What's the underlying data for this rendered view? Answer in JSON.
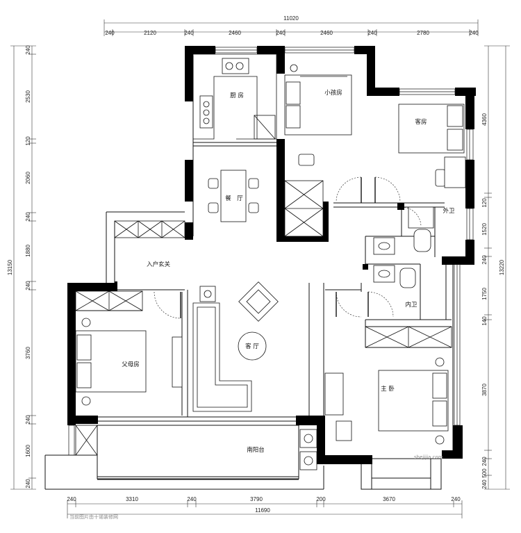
{
  "dimensions": {
    "top_total": "11020",
    "top_segments": [
      "240",
      "2120",
      "240",
      "2460",
      "240",
      "2460",
      "240",
      "2780",
      "240"
    ],
    "bottom_total": "11690",
    "bottom_segments": [
      "240",
      "3310",
      "240",
      "3790",
      "200",
      "3670",
      "240"
    ],
    "left_total": "13150",
    "left_segments": [
      "240",
      "2530",
      "120",
      "2060",
      "240",
      "1880",
      "240",
      "3760",
      "240",
      "1600",
      "240"
    ],
    "right_total": "13220",
    "right_segments": [
      "4360",
      "120",
      "1520",
      "240",
      "1750",
      "140",
      "3870",
      "240",
      "500",
      "240"
    ]
  },
  "rooms": {
    "kitchen": "厨 房",
    "child_room": "小孩房",
    "guest_room": "客房",
    "dining": "餐　厅",
    "outer_bath": "外卫",
    "entrance": "入户玄关",
    "inner_bath": "内卫",
    "parents_room": "父母房",
    "living": "客 厅",
    "master": "主 卧",
    "balcony": "南阳台"
  },
  "watermark": {
    "bottom_left": "当前图片由十诺装修网",
    "bottom_right": "shejijia.com"
  }
}
